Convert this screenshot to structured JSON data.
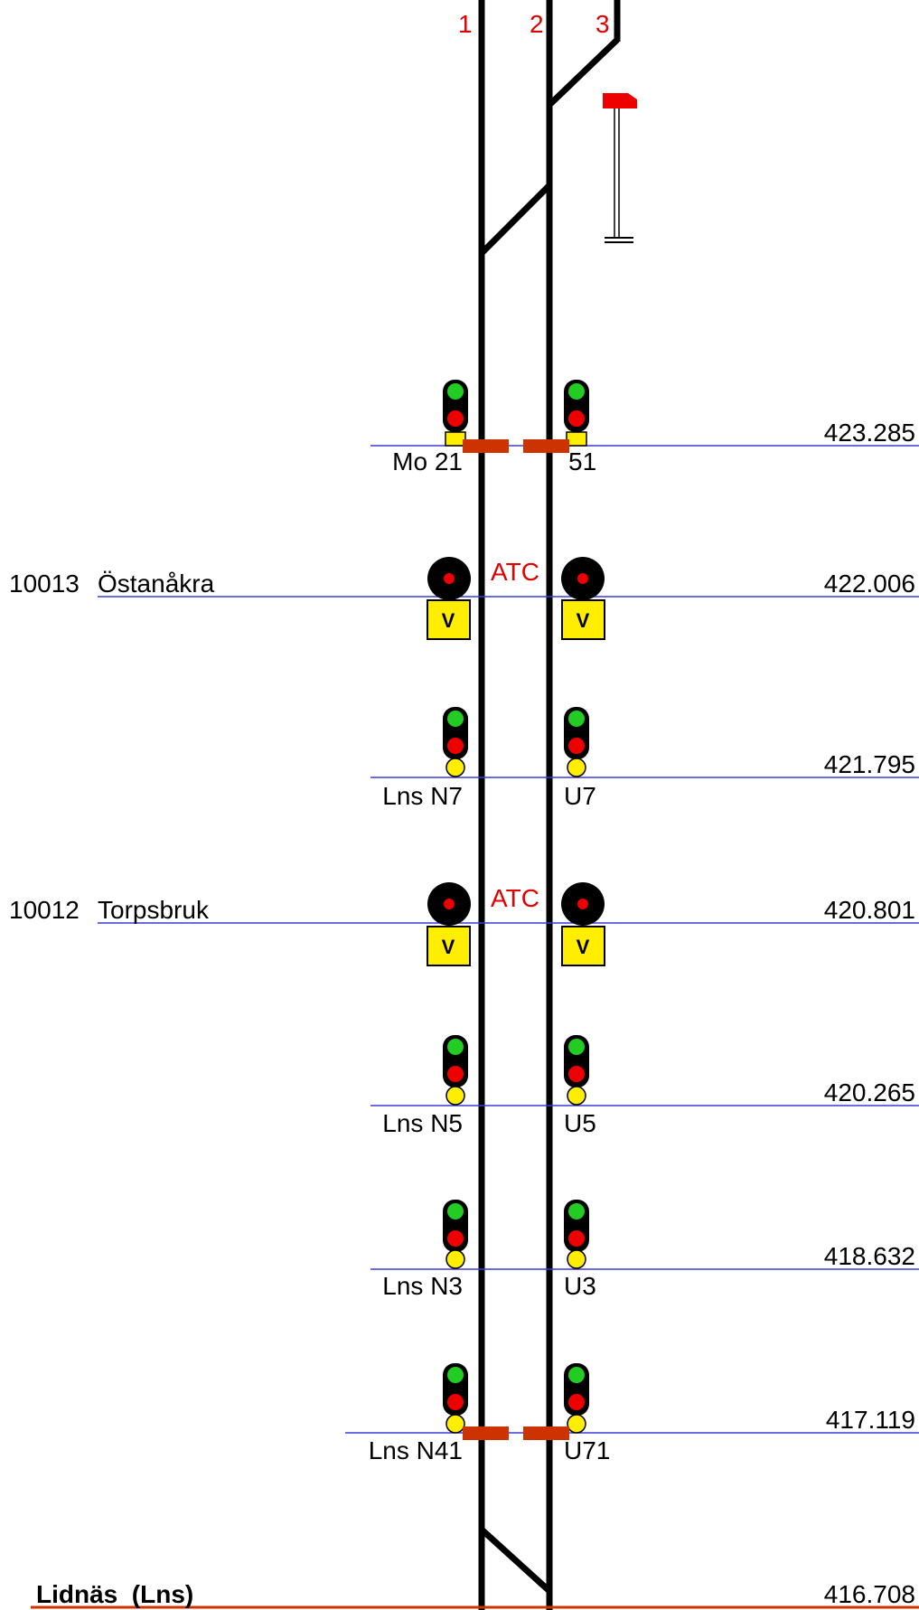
{
  "colors": {
    "track": "#000000",
    "km_line": "#3a3ad8",
    "station_line": "#cc3300",
    "label_red": "#e00000",
    "signal_green": "#22cc22",
    "signal_red": "#ee0000",
    "signal_yellow": "#ffee00",
    "atc_board": "#ffee00",
    "detector_bar": "#cc3300"
  },
  "tracks": {
    "track_1": "1",
    "track_2": "2",
    "track_3": "3"
  },
  "rows": {
    "r423285": {
      "km": "423.285",
      "signal_left": "Mo 21",
      "signal_right": "51"
    },
    "r422006": {
      "km": "422.006",
      "place_number": "10013",
      "place_name": "Östanåkra",
      "atc_label": "ATC",
      "board_left": "V",
      "board_right": "V"
    },
    "r421795": {
      "km": "421.795",
      "signal_left": "Lns N7",
      "signal_right": "U7"
    },
    "r420801": {
      "km": "420.801",
      "place_number": "10012",
      "place_name": "Torpsbruk",
      "atc_label": "ATC",
      "board_left": "V",
      "board_right": "V"
    },
    "r420265": {
      "km": "420.265",
      "signal_left": "Lns N5",
      "signal_right": "U5"
    },
    "r418632": {
      "km": "418.632",
      "signal_left": "Lns N3",
      "signal_right": "U3"
    },
    "r417119": {
      "km": "417.119",
      "signal_left": "Lns N41",
      "signal_right": "U71"
    }
  },
  "station": {
    "name": "Lidnäs  (Lns)",
    "km": "416.708"
  }
}
